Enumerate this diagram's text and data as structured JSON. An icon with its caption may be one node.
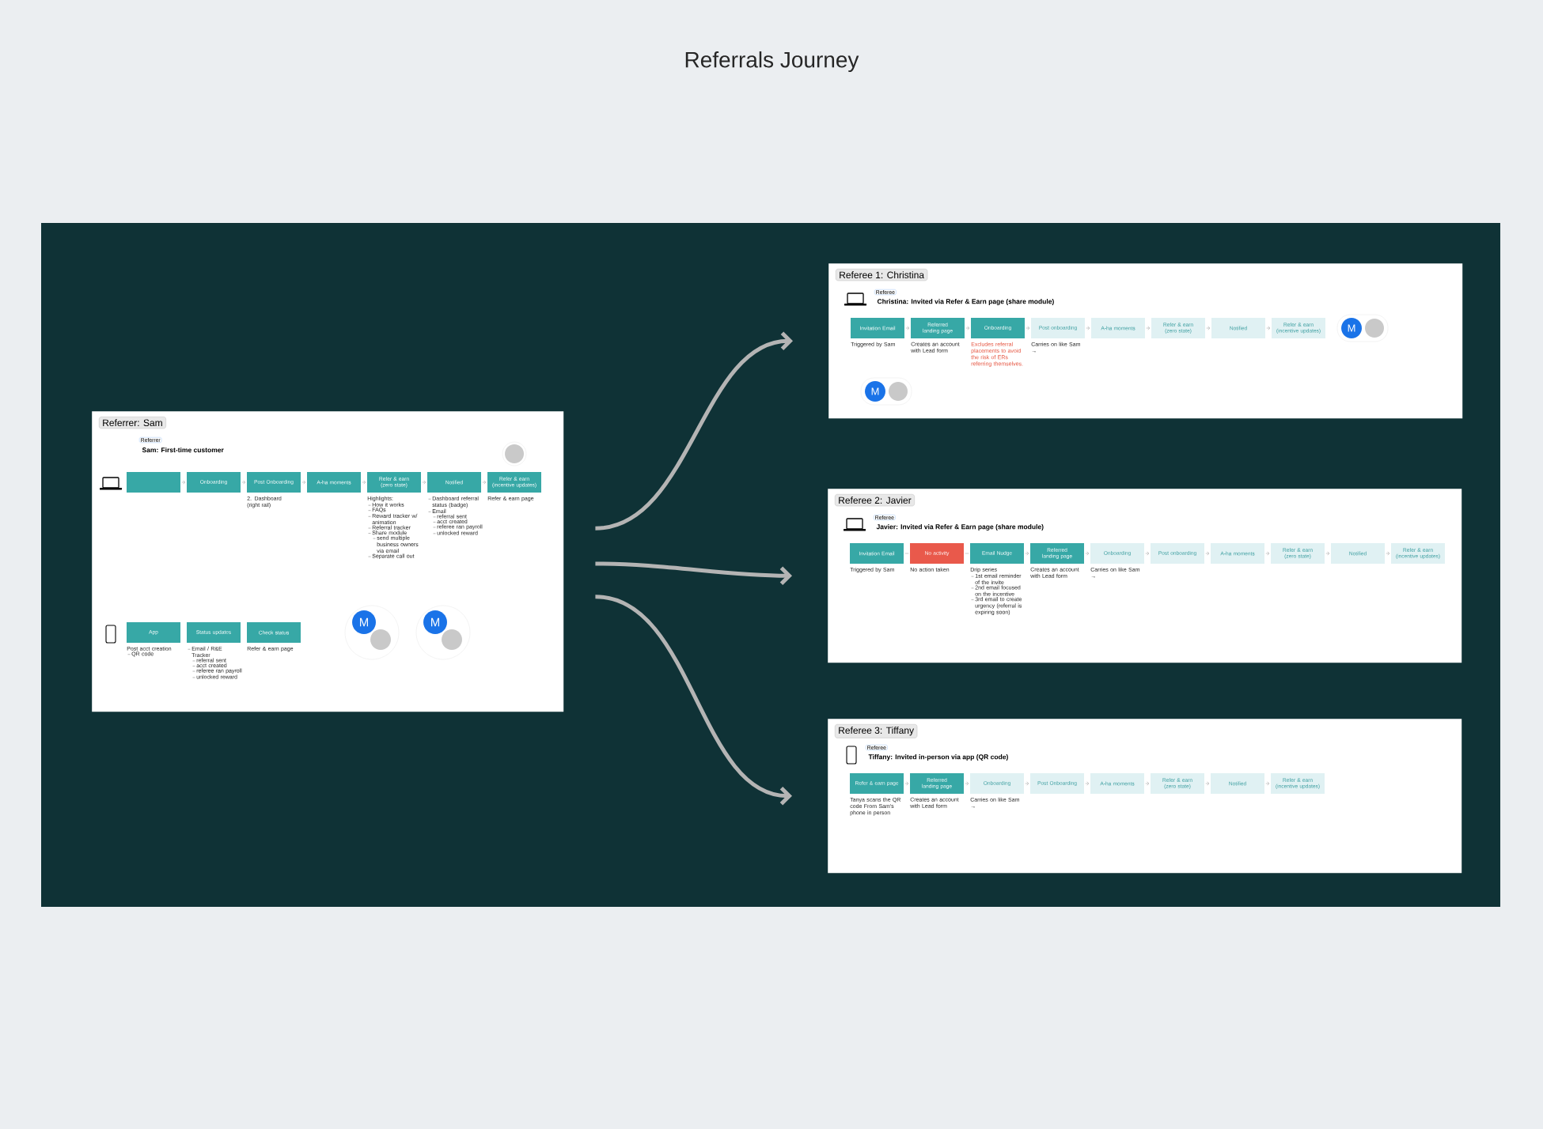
{
  "diagram": {
    "title": "Referrals Journey",
    "nodes": [
      {
        "text": [
          "Referrer: Sam",
          "Referrer",
          "Sam: First-time customer"
        ]
      },
      {
        "text": [],
        "shape": "box",
        "in": 0
      },
      {
        "text": [
          "Onboarding"
        ],
        "in": 0
      },
      {
        "text": [
          "Post Onboarding"
        ],
        "in": 0,
        "beside": [
          "2. Dashboard (right rail)"
        ]
      },
      {
        "text": [
          "A-ha moments"
        ],
        "in": 0
      },
      {
        "text": [
          "Refer & earn (zero state)"
        ],
        "in": 0,
        "beside": [
          "Highlights:",
          "How it works",
          "FAQs",
          "Reward tracker w/ animation",
          "Referral tracker",
          "Share module",
          "send multiple business owners via email",
          "Separate call out"
        ]
      },
      {
        "text": [
          "Notified"
        ],
        "in": 0,
        "beside": [
          "Dashboard referral status (badge)",
          "Email",
          "referral sent",
          "acct created",
          "referee ran payroll",
          "unlocked reward"
        ]
      },
      {
        "text": [
          "Refer & earn (incentive updates)"
        ],
        "in": 0,
        "beside": [
          "Refer & earn page"
        ]
      },
      {
        "text": [
          "App"
        ],
        "in": 0,
        "beside": [
          "Post acct creation",
          "QR code"
        ]
      },
      {
        "text": [
          "Status updates"
        ],
        "in": 0,
        "beside": [
          "Email / R&E Tracker",
          "referral sent",
          "acct created",
          "referee ran payroll",
          "unlocked reward"
        ]
      },
      {
        "text": [
          "Check status"
        ],
        "in": 0,
        "beside": [
          "Refer & earn page"
        ]
      },
      {
        "text": [
          "Referee 1: Christina",
          "Referee",
          "Christina: Invited via Refer & Earn page (share module)"
        ]
      },
      {
        "text": [
          "Invitation Email"
        ],
        "in": 11,
        "beside": [
          "Triggered by Sam"
        ]
      },
      {
        "text": [
          "Referred landing page"
        ],
        "in": 11,
        "beside": [
          "Creates an account with Lead form"
        ]
      },
      {
        "text": [
          "Onboarding"
        ],
        "in": 11,
        "beside": [
          "Excludes referral placements to avoid the risk of ERs referring themselves."
        ]
      },
      {
        "text": [
          "Post onboarding"
        ],
        "in": 11,
        "beside": [
          "Carries on like Sam →"
        ]
      },
      {
        "text": [
          "A-ha moments"
        ],
        "in": 11
      },
      {
        "text": [
          "Refer & earn (zero state)"
        ],
        "in": 11
      },
      {
        "text": [
          "Notified"
        ],
        "in": 11
      },
      {
        "text": [
          "Refer & earn (incentive updates)"
        ],
        "in": 11
      },
      {
        "text": [
          "Referee 2: Javier",
          "Referee",
          "Javier: Invited via Refer & Earn page (share module)"
        ]
      },
      {
        "text": [
          "Invitation Email"
        ],
        "in": 20,
        "beside": [
          "Triggered by Sam"
        ]
      },
      {
        "text": [
          "No activity"
        ],
        "in": 20,
        "beside": [
          "No action taken"
        ]
      },
      {
        "text": [
          "Email Nudge"
        ],
        "in": 20,
        "beside": [
          "Drip series",
          "1st email reminder of the invite",
          "2nd email focused on the incentive",
          "3rd email to create urgency (referral is expiring soon)"
        ]
      },
      {
        "text": [
          "Referred landing page"
        ],
        "in": 20,
        "beside": [
          "Creates an account with Lead form"
        ]
      },
      {
        "text": [
          "Onboarding"
        ],
        "in": 20,
        "beside": [
          "Carries on like Sam →"
        ]
      },
      {
        "text": [
          "Post onboarding"
        ],
        "in": 20
      },
      {
        "text": [
          "A-ha moments"
        ],
        "in": 20
      },
      {
        "text": [
          "Refer & earn (zero state)"
        ],
        "in": 20
      },
      {
        "text": [
          "Notified"
        ],
        "in": 20
      },
      {
        "text": [
          "Refer & earn (incentive updates)"
        ],
        "in": 20
      },
      {
        "text": [
          "Referee 3: Tiffany",
          "Referee",
          "Tiffany: Invited in-person via app (QR code)"
        ]
      },
      {
        "text": [
          "Refer & earn page"
        ],
        "in": 31,
        "beside": [
          "Tanya scans the QR code From Sam's phone in person"
        ]
      },
      {
        "text": [
          "Referred landing page"
        ],
        "in": 31,
        "beside": [
          "Creates an account with Lead form"
        ]
      },
      {
        "text": [
          "Onboarding"
        ],
        "in": 31,
        "beside": [
          "Carries on like Sam →"
        ]
      },
      {
        "text": [
          "Post Onboarding"
        ],
        "in": 31
      },
      {
        "text": [
          "A-ha moments"
        ],
        "in": 31
      },
      {
        "text": [
          "Refer & earn (zero state)"
        ],
        "in": 31
      },
      {
        "text": [
          "Notified"
        ],
        "in": 31
      },
      {
        "text": [
          "Refer & earn (incentive updates)"
        ],
        "in": 31
      }
    ],
    "edges": [
      {
        "from": 0,
        "to": 11,
        "arrow": "to",
        "style": "thick",
        "color": "#b4b4b4"
      },
      {
        "from": 0,
        "to": 20,
        "arrow": "to",
        "style": "thick",
        "color": "#b4b4b4"
      },
      {
        "from": 0,
        "to": 31,
        "arrow": "to",
        "style": "thick",
        "color": "#b4b4b4"
      },
      {
        "from": 1,
        "to": 2,
        "arrow": "to"
      },
      {
        "from": 2,
        "to": 3,
        "arrow": "to"
      },
      {
        "from": 3,
        "to": 4,
        "arrow": "to"
      },
      {
        "from": 4,
        "to": 5,
        "arrow": "to"
      },
      {
        "from": 5,
        "to": 6,
        "arrow": "to"
      },
      {
        "from": 6,
        "to": 7,
        "arrow": "to"
      },
      {
        "from": 12,
        "to": 13,
        "arrow": "to"
      },
      {
        "from": 13,
        "to": 14,
        "arrow": "to"
      },
      {
        "from": 14,
        "to": 15,
        "arrow": "to"
      },
      {
        "from": 15,
        "to": 16,
        "arrow": "to"
      },
      {
        "from": 16,
        "to": 17,
        "arrow": "to"
      },
      {
        "from": 17,
        "to": 18,
        "arrow": "to"
      },
      {
        "from": 18,
        "to": 19,
        "arrow": "to"
      },
      {
        "from": 21,
        "to": 22,
        "arrow": "none"
      },
      {
        "from": 22,
        "to": 23,
        "arrow": "none"
      },
      {
        "from": 23,
        "to": 24,
        "arrow": "to"
      },
      {
        "from": 24,
        "to": 25,
        "arrow": "to"
      },
      {
        "from": 25,
        "to": 26,
        "arrow": "to"
      },
      {
        "from": 26,
        "to": 27,
        "arrow": "to"
      },
      {
        "from": 27,
        "to": 28,
        "arrow": "to"
      },
      {
        "from": 28,
        "to": 29,
        "arrow": "to"
      },
      {
        "from": 29,
        "to": 30,
        "arrow": "to"
      },
      {
        "from": 32,
        "to": 33,
        "arrow": "to"
      },
      {
        "from": 33,
        "to": 34,
        "arrow": "to"
      },
      {
        "from": 34,
        "to": 35,
        "arrow": "to"
      },
      {
        "from": 35,
        "to": 36,
        "arrow": "to"
      },
      {
        "from": 36,
        "to": 37,
        "arrow": "to"
      },
      {
        "from": 37,
        "to": 38,
        "arrow": "to"
      },
      {
        "from": 38,
        "to": 39,
        "arrow": "to"
      }
    ],
    "labels": [
      "M",
      "M",
      "M",
      "M"
    ]
  }
}
